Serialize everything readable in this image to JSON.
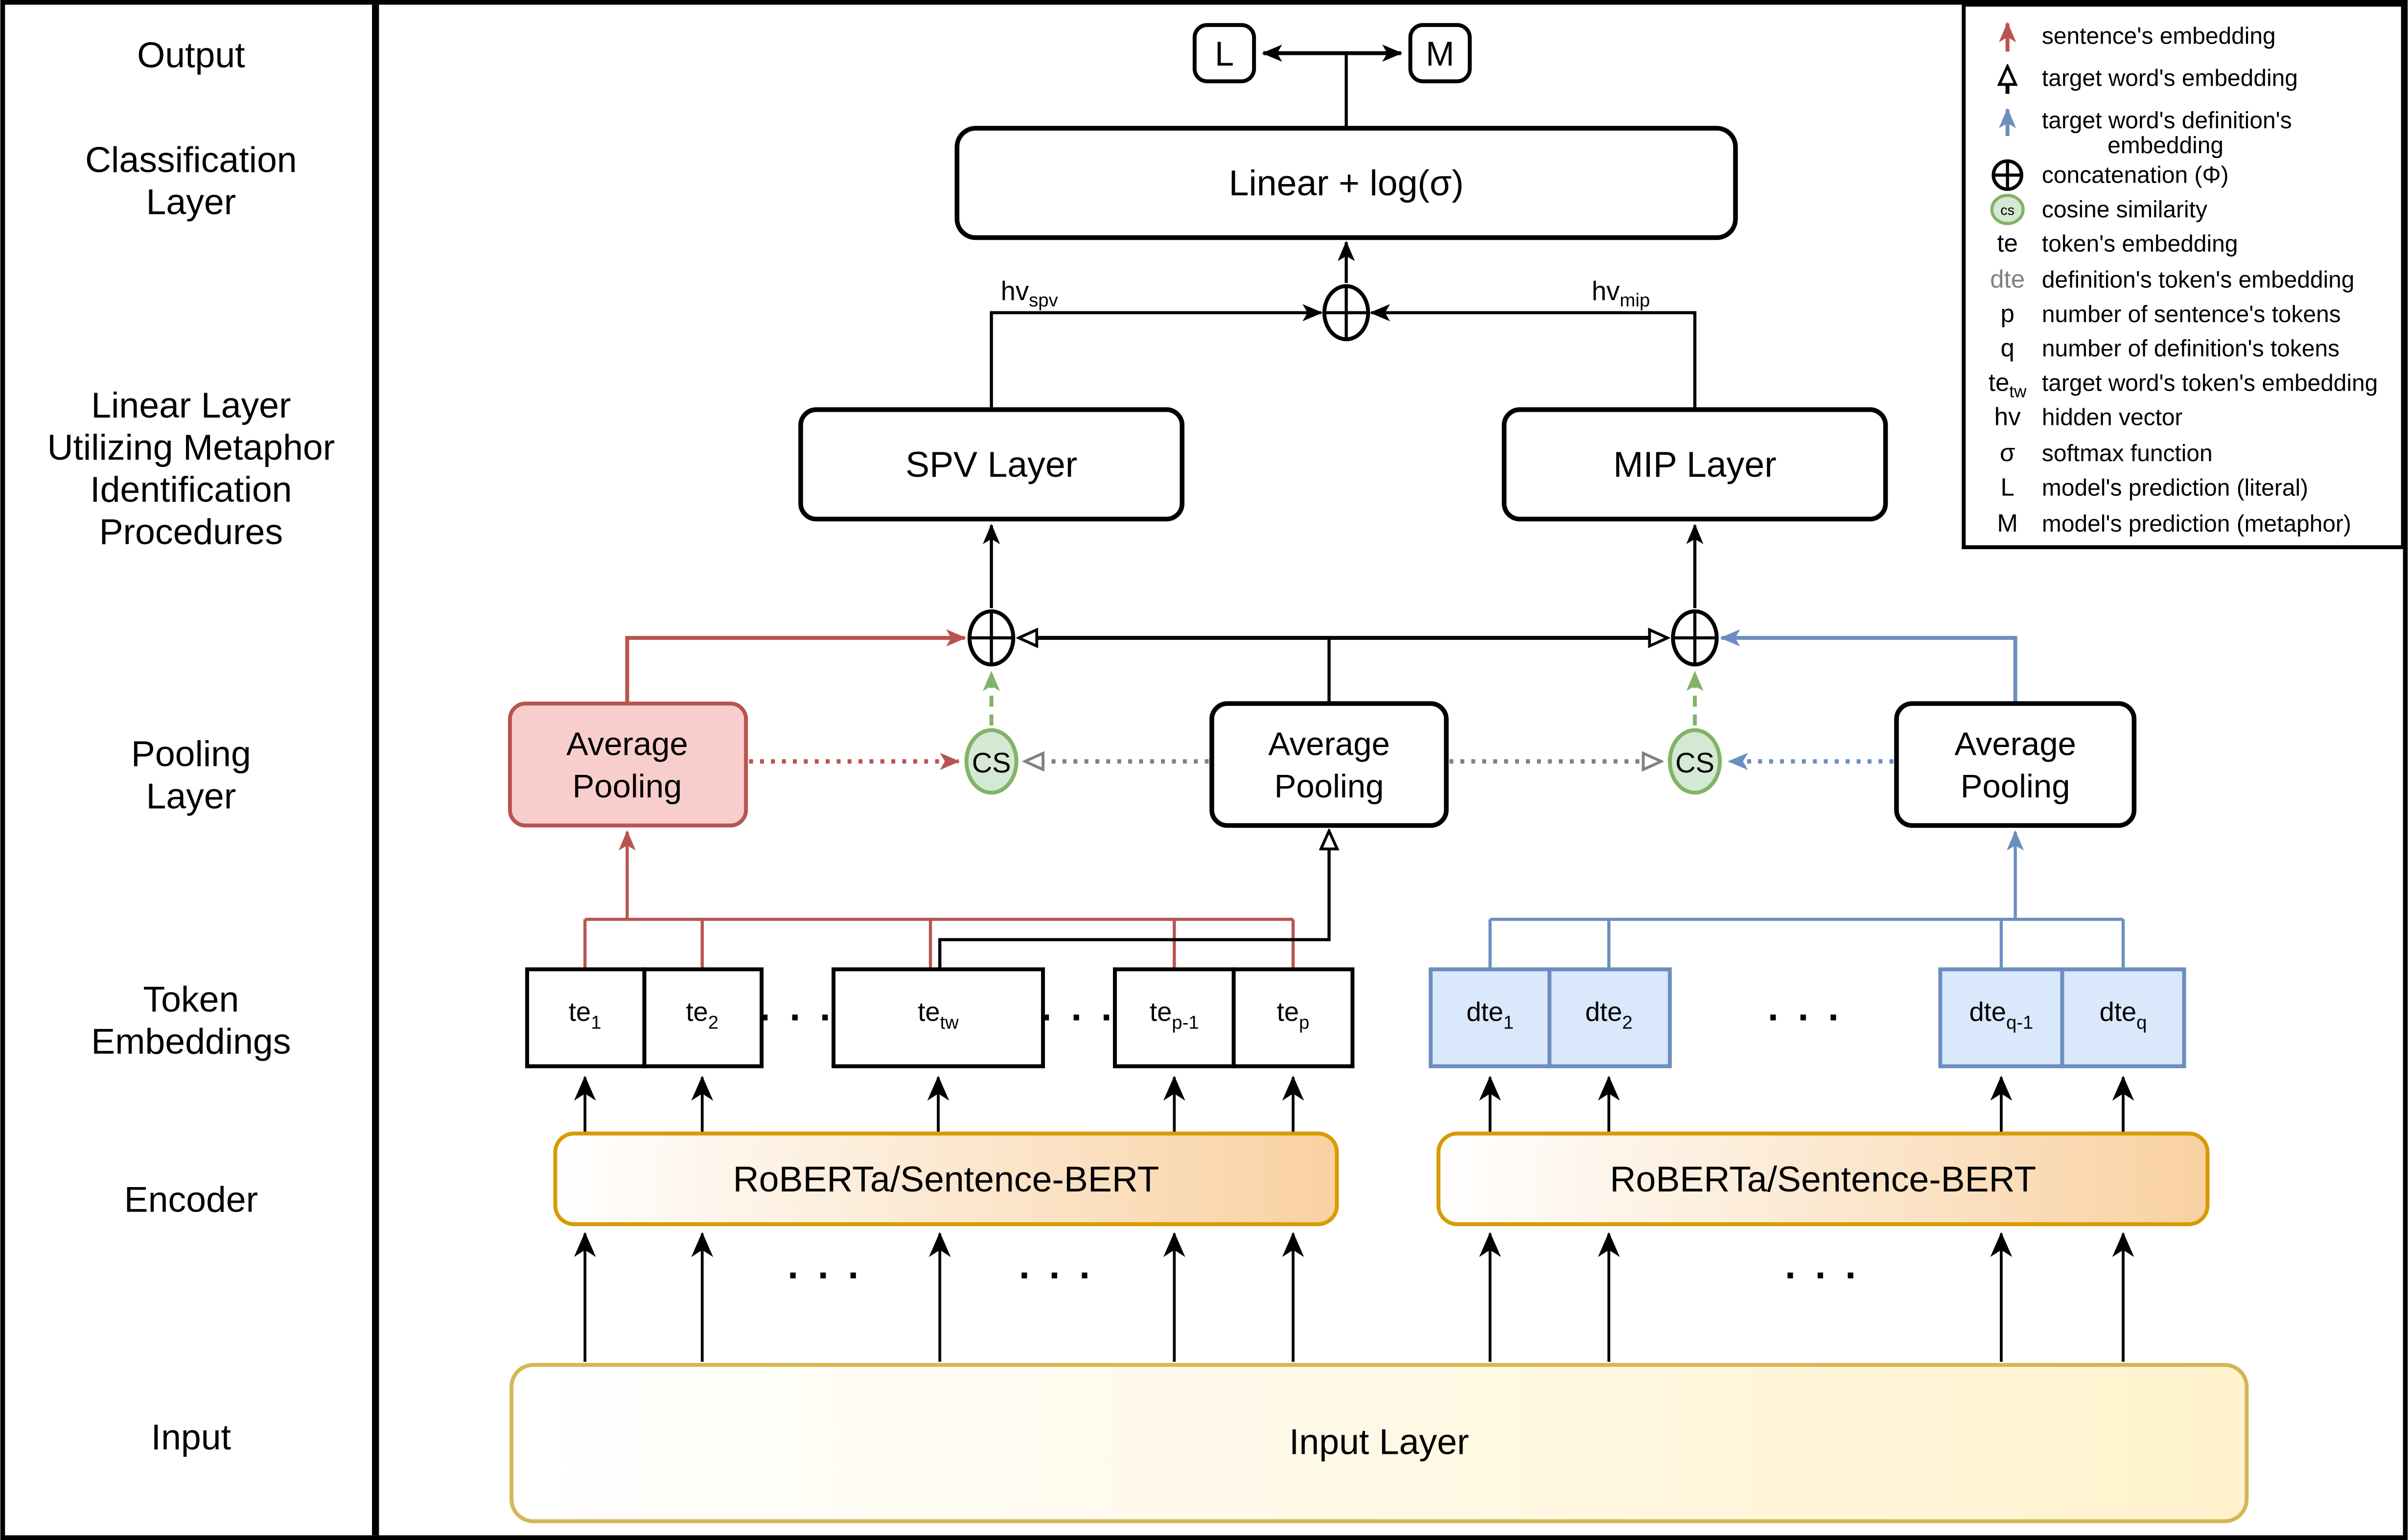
{
  "colors": {
    "red": "#b85450",
    "red_fill": "#f8cecc",
    "blue": "#6c8ebf",
    "blue_fill": "#dae8fc",
    "green": "#82b366",
    "green_fill": "#d5e8d4",
    "orange": "#d79b00",
    "orange_fill": "#f9d1a2",
    "yellow": "#d6b656",
    "yellow_fill": "#fff2cc",
    "gray": "#808080"
  },
  "sidebar": {
    "output": "Output",
    "classification_1": "Classification",
    "classification_2": "Layer",
    "linear_1": "Linear Layer",
    "linear_2": "Utilizing Metaphor",
    "linear_3": "Identification",
    "linear_4": "Procedures",
    "pooling_1": "Pooling",
    "pooling_2": "Layer",
    "token_1": "Token",
    "token_2": "Embeddings",
    "encoder": "Encoder",
    "input": "Input"
  },
  "top": {
    "literal": "L",
    "metaphor": "M",
    "classifier": "Linear + log(σ)",
    "hv_base": "hv",
    "hv_spv_sub": "spv",
    "hv_mip_sub": "mip"
  },
  "layers": {
    "spv": "SPV Layer",
    "mip": "MIP Layer"
  },
  "pooling": {
    "line1": "Average",
    "line2": "Pooling",
    "cs": "CS"
  },
  "tokens": {
    "dots": "· · ·",
    "left": [
      {
        "base": "te",
        "sub": "1"
      },
      {
        "base": "te",
        "sub": "2"
      },
      {
        "base": "te",
        "sub": "tw"
      },
      {
        "base": "te",
        "sub": "p-1"
      },
      {
        "base": "te",
        "sub": "p"
      }
    ],
    "right": [
      {
        "base": "dte",
        "sub": "1"
      },
      {
        "base": "dte",
        "sub": "2"
      },
      {
        "base": "dte",
        "sub": "q-1"
      },
      {
        "base": "dte",
        "sub": "q"
      }
    ]
  },
  "encoder": {
    "left": "RoBERTa/Sentence-BERT",
    "right": "RoBERTa/Sentence-BERT"
  },
  "input_layer": {
    "label": "Input Layer"
  },
  "legend": {
    "items": [
      {
        "symbol": "red-up-arrow",
        "label": "sentence's embedding"
      },
      {
        "symbol": "open-up-arrow",
        "label": "target word's embedding"
      },
      {
        "symbol": "blue-up-arrow",
        "label": "target word's definition's",
        "label2": "embedding"
      },
      {
        "symbol": "concat-circle",
        "label": "concatenation (Φ)"
      },
      {
        "symbol": "cs-circle",
        "symbol_text": "cs",
        "label": "cosine similarity"
      },
      {
        "symbol_text": "te",
        "label": "token's embedding"
      },
      {
        "symbol_text": "dte",
        "label": "definition's token's embedding"
      },
      {
        "symbol_text": "p",
        "label": "number of sentence's tokens"
      },
      {
        "symbol_text": "q",
        "label": "number of definition's tokens"
      },
      {
        "symbol_text": "te",
        "symbol_sub": "tw",
        "label": "target word's token's embedding"
      },
      {
        "symbol_text": "hv",
        "label": "hidden vector"
      },
      {
        "symbol_text": "σ",
        "label": "softmax function"
      },
      {
        "symbol_text": "L",
        "label": "model's prediction (literal)"
      },
      {
        "symbol_text": "M",
        "label": "model's prediction (metaphor)"
      }
    ]
  }
}
